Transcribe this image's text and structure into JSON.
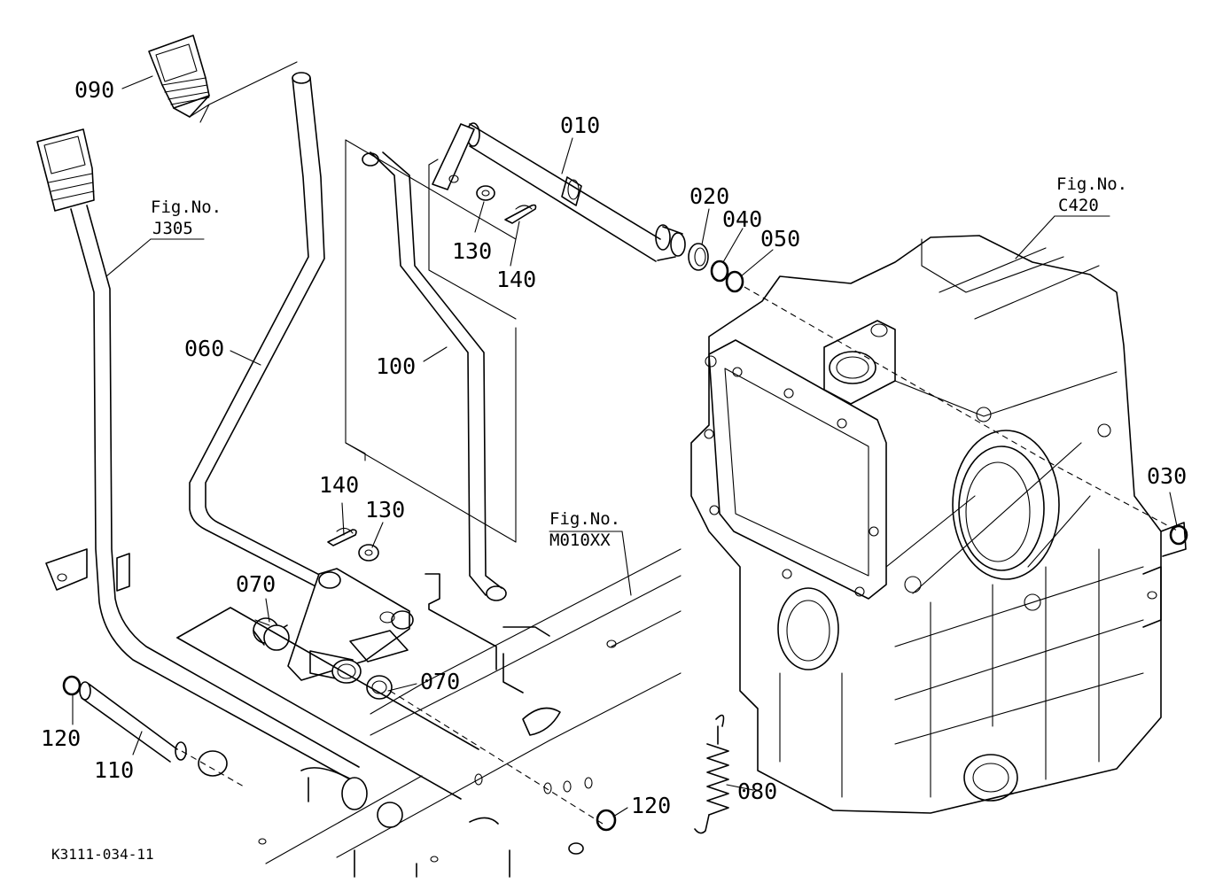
{
  "diagram": {
    "part_labels": {
      "p010": "010",
      "p020": "020",
      "p030": "030",
      "p040": "040",
      "p050": "050",
      "p060": "060",
      "p070a": "070",
      "p070b": "070",
      "p080": "080",
      "p090": "090",
      "p100": "100",
      "p110": "110",
      "p120a": "120",
      "p120b": "120",
      "p130a": "130",
      "p130b": "130",
      "p140a": "140",
      "p140b": "140"
    },
    "figure_refs": {
      "j305": {
        "label": "Fig.No.",
        "number": "J305"
      },
      "m010": {
        "label": "Fig.No.",
        "number": "M010XX"
      },
      "c420": {
        "label": "Fig.No.",
        "number": "C420"
      }
    },
    "drawing_code": "K3111-034-11"
  }
}
